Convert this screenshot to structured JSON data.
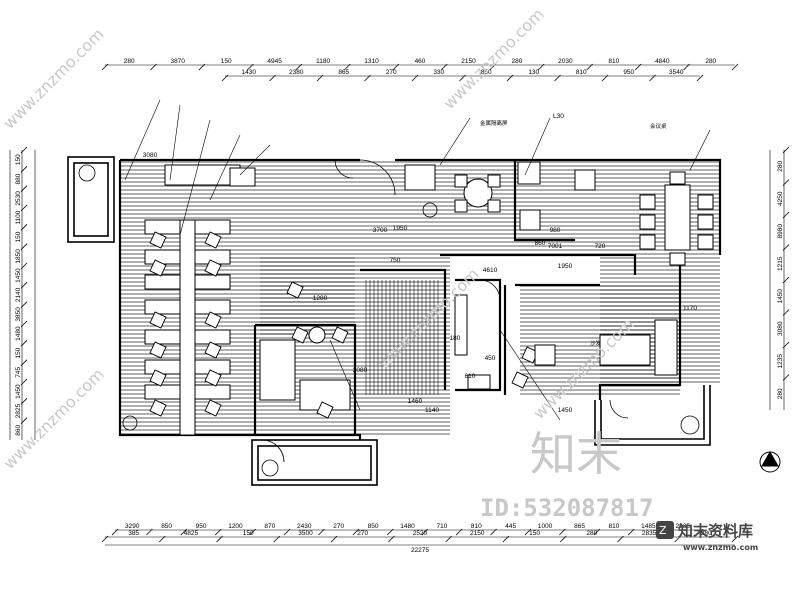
{
  "top_dims_outer": [
    "280",
    "3870",
    "150",
    "4945",
    "1180",
    "1310",
    "460",
    "2150",
    "280",
    "2030",
    "810",
    "4840",
    "280"
  ],
  "top_dims_inner": [
    "1430",
    "2380",
    "865",
    "270",
    "330",
    "850",
    "130",
    "810",
    "950",
    "3540"
  ],
  "bottom_dims_inner": [
    "3290",
    "850",
    "950",
    "1200",
    "870",
    "2430",
    "270",
    "850",
    "1480",
    "710",
    "810",
    "445",
    "1000",
    "865",
    "810",
    "1485",
    "2835"
  ],
  "bottom_dims_outer": [
    "385",
    "4825",
    "150",
    "3500",
    "270",
    "2520",
    "2150",
    "150",
    "280",
    "2835",
    "280"
  ],
  "bottom_total": "22275",
  "left_dims": [
    "150",
    "880",
    "2530",
    "1100",
    "150",
    "1850",
    "1450",
    "2140",
    "3850",
    "1480",
    "150",
    "745",
    "1450",
    "2825",
    "860"
  ],
  "right_dims": [
    "280",
    "4250",
    "8980",
    "1215",
    "1450",
    "3080",
    "1235",
    "280"
  ],
  "interior_dims": [
    "3080",
    "1950",
    "3700",
    "7001",
    "720",
    "750",
    "4610",
    "1950",
    "1170",
    "1460",
    "1450",
    "1140",
    "1280",
    "980",
    "2080",
    "450",
    "180",
    "610",
    "860"
  ],
  "callouts": [
    "金属隔离屏",
    "L30",
    "会议桌",
    "沙发"
  ],
  "watermark_text": "www.znzmo.com",
  "watermark_id": "ID:532087817",
  "watermark_cn": "知末",
  "brand_cn": "知末资料库",
  "brand_url": "www.znzmo.com",
  "colors": {
    "line": "#000000",
    "watermark": "#c8c8c8",
    "brand": "#444444"
  },
  "icons": [
    "north-arrow-icon",
    "brand-logo-icon"
  ]
}
